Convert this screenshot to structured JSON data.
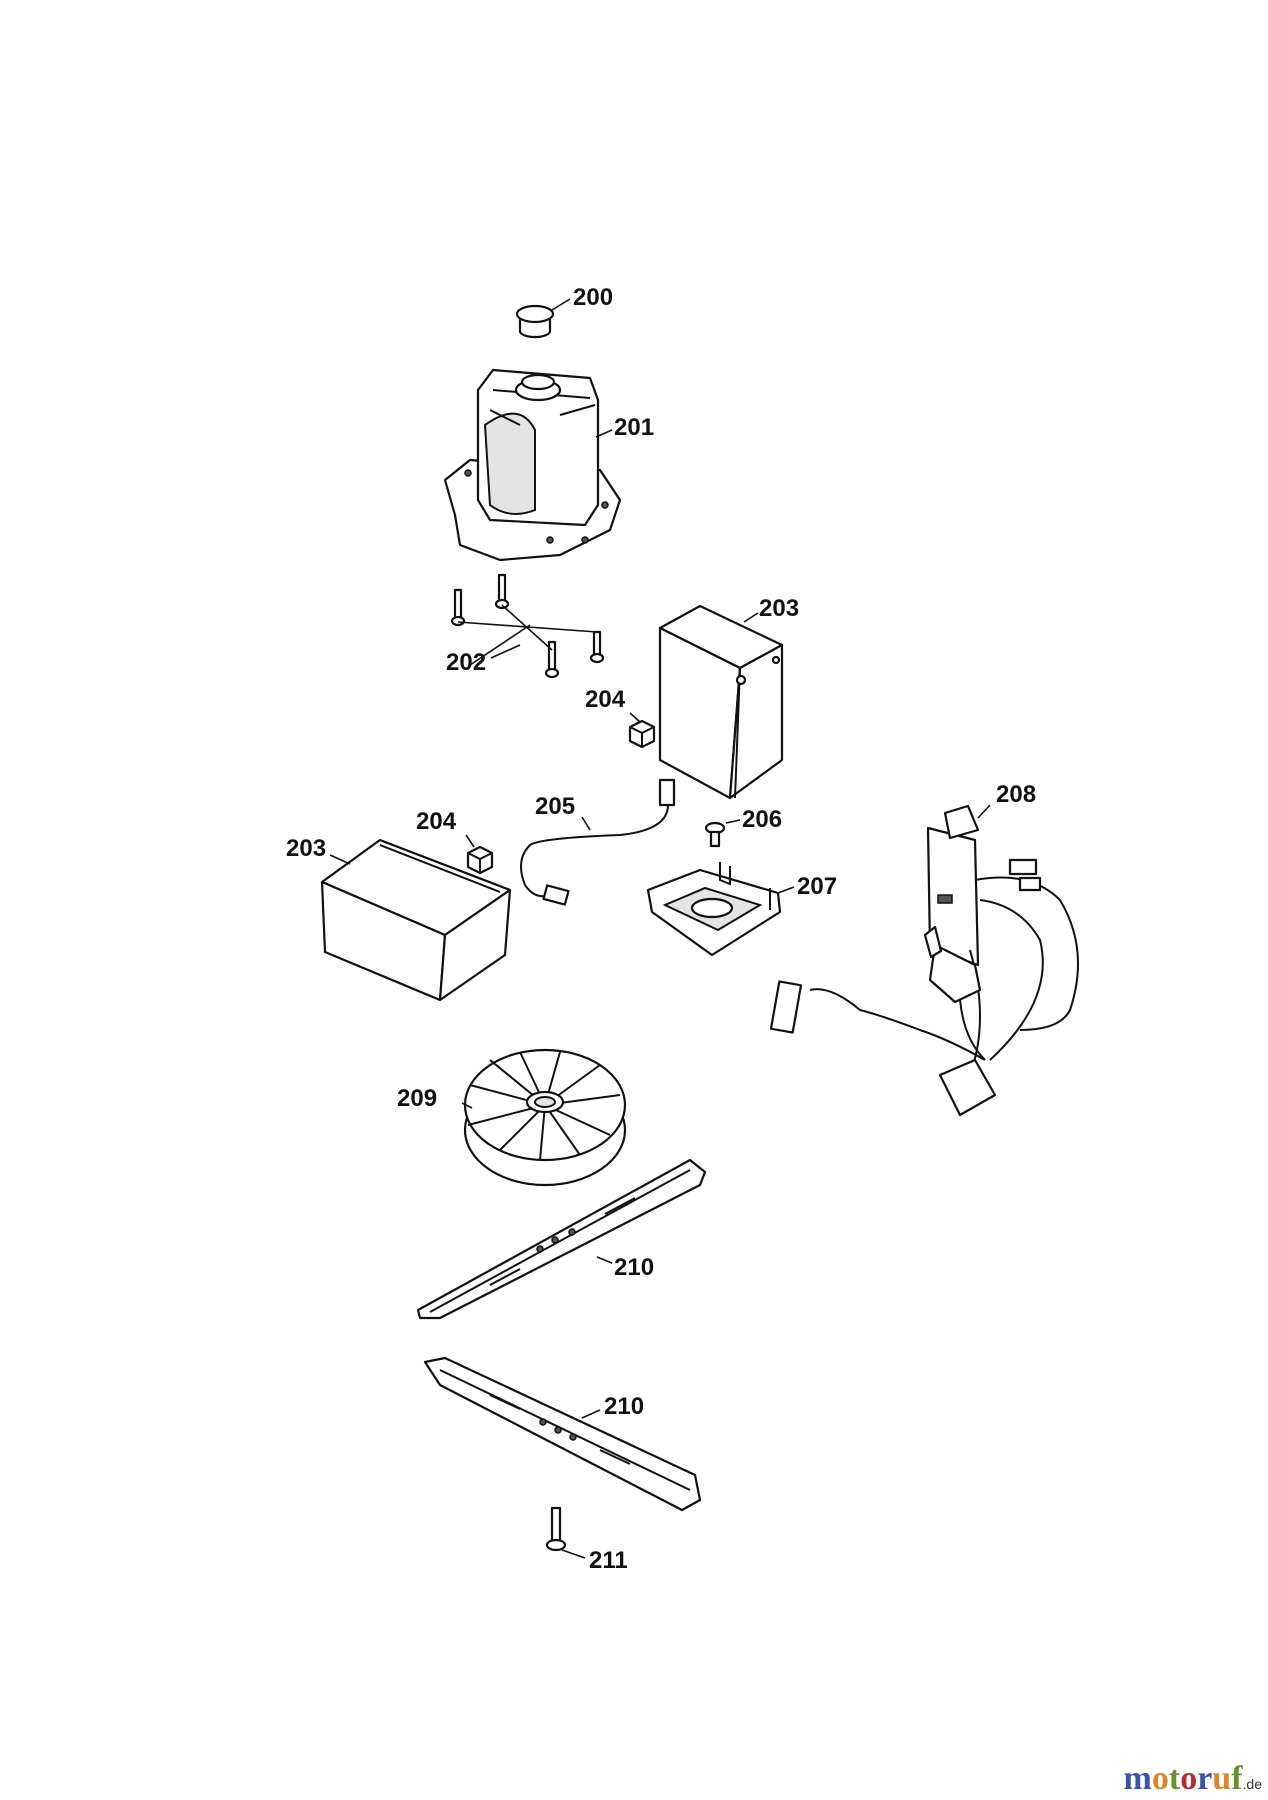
{
  "callouts": {
    "p200": "200",
    "p201": "201",
    "p202": "202",
    "p203a": "203",
    "p203b": "203",
    "p204a": "204",
    "p204b": "204",
    "p205": "205",
    "p206": "206",
    "p207": "207",
    "p208": "208",
    "p209": "209",
    "p210a": "210",
    "p210b": "210",
    "p211": "211"
  },
  "watermark": {
    "letters": [
      "m",
      "o",
      "t",
      "o",
      "r",
      "u",
      "f"
    ],
    "colors": [
      "#3a55a8",
      "#d8872a",
      "#6a8f2c",
      "#b03030",
      "#3a55a8",
      "#d8872a",
      "#6a8f2c"
    ],
    "suffix": ".de"
  }
}
